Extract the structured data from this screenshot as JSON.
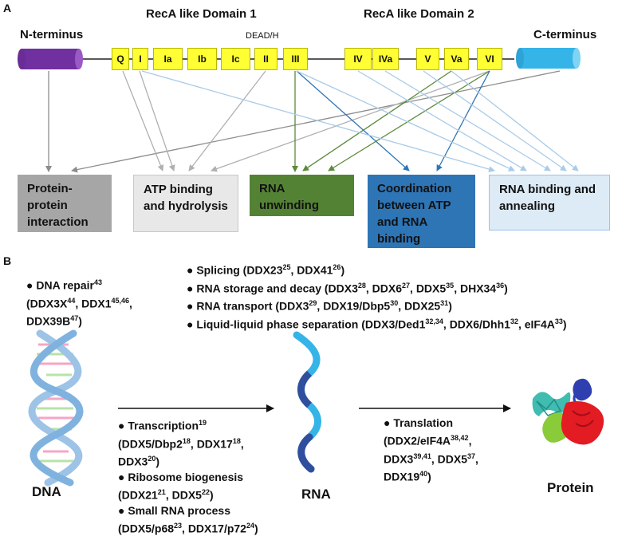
{
  "panel_a": {
    "letter": "A",
    "domain1_title": "RecA like Domain 1",
    "domain2_title": "RecA like Domain 2",
    "dead_label": "DEAD/H",
    "n_terminus": "N-terminus",
    "c_terminus": "C-terminus",
    "motifs": [
      "Q",
      "I",
      "Ia",
      "Ib",
      "Ic",
      "II",
      "III",
      "IV",
      "IVa",
      "V",
      "Va",
      "VI"
    ],
    "functions": {
      "protein_interaction": "Protein-protein interaction",
      "atp": "ATP binding and hydrolysis",
      "unwinding": "RNA unwinding",
      "coordination": "Coordination between ATP and RNA binding",
      "rna_binding": "RNA binding and annealing"
    },
    "colors": {
      "n_terminus": "#7030a0",
      "c_terminus": "#35b4e8",
      "motif": "#ffff33",
      "protein_interaction": "#a6a6a6",
      "atp": "#e8e8e8",
      "unwinding": "#548235",
      "coordination": "#2e75b6",
      "rna_binding": "#ddebf7"
    }
  },
  "panel_b": {
    "letter": "B",
    "dna_repair": {
      "l1_a": "● DNA repair",
      "l1_s": "43",
      "l2_a": "(DDX3X",
      "l2_s1": "44",
      "l2_b": ", DDX1",
      "l2_s2": "45,46",
      "l2_c": ",",
      "l3_a": "DDX39B",
      "l3_s": "47",
      "l3_b": ")"
    },
    "rna_processes": {
      "s1_a": "● Splicing (DDX23",
      "s1_s1": "25",
      "s1_b": ", DDX41",
      "s1_s2": "26",
      "s1_c": ")",
      "s2_a": "● RNA storage and decay (DDX3",
      "s2_s1": "28",
      "s2_b": ", DDX6",
      "s2_s2": "27",
      "s2_c": ", DDX5",
      "s2_s3": "35",
      "s2_d": ", DHX34",
      "s2_s4": "36",
      "s2_e": ")",
      "s3_a": "● RNA transport (DDX3",
      "s3_s1": "29",
      "s3_b": ", DDX19/Dbp5",
      "s3_s2": "30",
      "s3_c": ", DDX25",
      "s3_s3": "31",
      "s3_d": ")",
      "s4_a": "● Liquid-liquid phase separation (DDX3/Ded1",
      "s4_s1": "32,34",
      "s4_b": ", DDX6/Dhh1",
      "s4_s2": "32",
      "s4_c": ", eIF4A",
      "s4_s3": "33",
      "s4_d": ")"
    },
    "transcription": {
      "t1_a": "● Transcription",
      "t1_s": "19",
      "t2_a": " (DDX5/Dbp2",
      "t2_s1": "18",
      "t2_b": ", DDX17",
      "t2_s2": "18",
      "t2_c": ",",
      "t3_a": "DDX3",
      "t3_s": "20",
      "t3_b": ")",
      "t4_a": "● Ribosome biogenesis",
      "t5_a": "(DDX21",
      "t5_s1": "21",
      "t5_b": ", DDX5",
      "t5_s2": "22",
      "t5_c": ")",
      "t6_a": "● Small RNA process",
      "t7_a": "(DDX5/p68",
      "t7_s1": "23",
      "t7_b": ", DDX17/p72",
      "t7_s2": "24",
      "t7_c": ")"
    },
    "translation": {
      "r1_a": "● Translation",
      "r2_a": "(DDX2/eIF4A",
      "r2_s": "38,42",
      "r2_b": ",",
      "r3_a": "DDX3",
      "r3_s1": "39,41",
      "r3_b": ", DDX5",
      "r3_s2": "37",
      "r3_c": ",",
      "r4_a": "DDX19",
      "r4_s": "40",
      "r4_b": ")"
    },
    "dna_label": "DNA",
    "rna_label": "RNA",
    "protein_label": "Protein"
  }
}
